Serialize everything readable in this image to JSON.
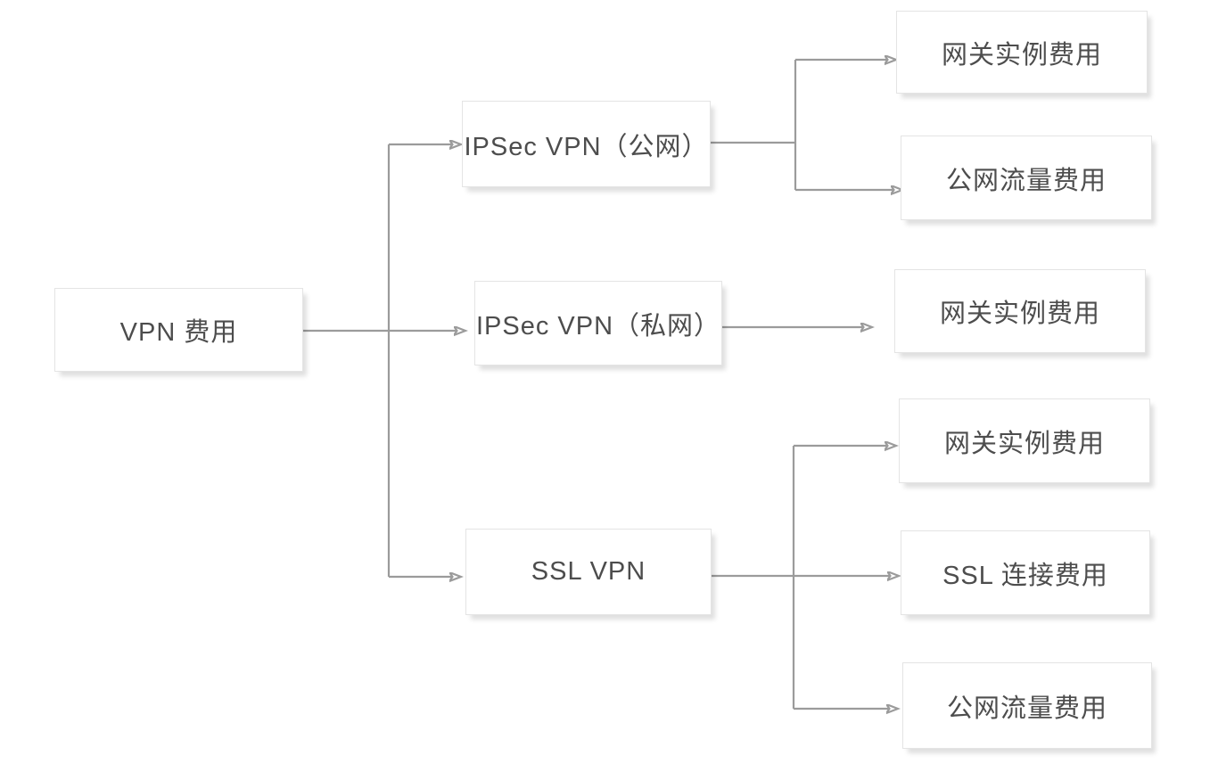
{
  "diagram": {
    "nodes": {
      "root": {
        "label": "VPN 费用"
      },
      "ipsec_public": {
        "label": "IPSec VPN（公网）"
      },
      "ipsec_private": {
        "label": "IPSec VPN（私网）"
      },
      "ssl": {
        "label": "SSL VPN"
      },
      "leaf_gw1": {
        "label": "网关实例费用"
      },
      "leaf_traffic1": {
        "label": "公网流量费用"
      },
      "leaf_gw2": {
        "label": "网关实例费用"
      },
      "leaf_gw3": {
        "label": "网关实例费用"
      },
      "leaf_sslconn": {
        "label": "SSL 连接费用"
      },
      "leaf_traffic2": {
        "label": "公网流量费用"
      }
    },
    "edges": [
      {
        "from": "root",
        "to": "ipsec_public"
      },
      {
        "from": "root",
        "to": "ipsec_private"
      },
      {
        "from": "root",
        "to": "ssl"
      },
      {
        "from": "ipsec_public",
        "to": "leaf_gw1"
      },
      {
        "from": "ipsec_public",
        "to": "leaf_traffic1"
      },
      {
        "from": "ipsec_private",
        "to": "leaf_gw2"
      },
      {
        "from": "ssl",
        "to": "leaf_gw3"
      },
      {
        "from": "ssl",
        "to": "leaf_sslconn"
      },
      {
        "from": "ssl",
        "to": "leaf_traffic2"
      }
    ],
    "colors": {
      "node_background": "#ffffff",
      "node_border": "#e4e4e4",
      "node_text": "#4d4d4d",
      "connector": "#9b9b9b"
    }
  }
}
